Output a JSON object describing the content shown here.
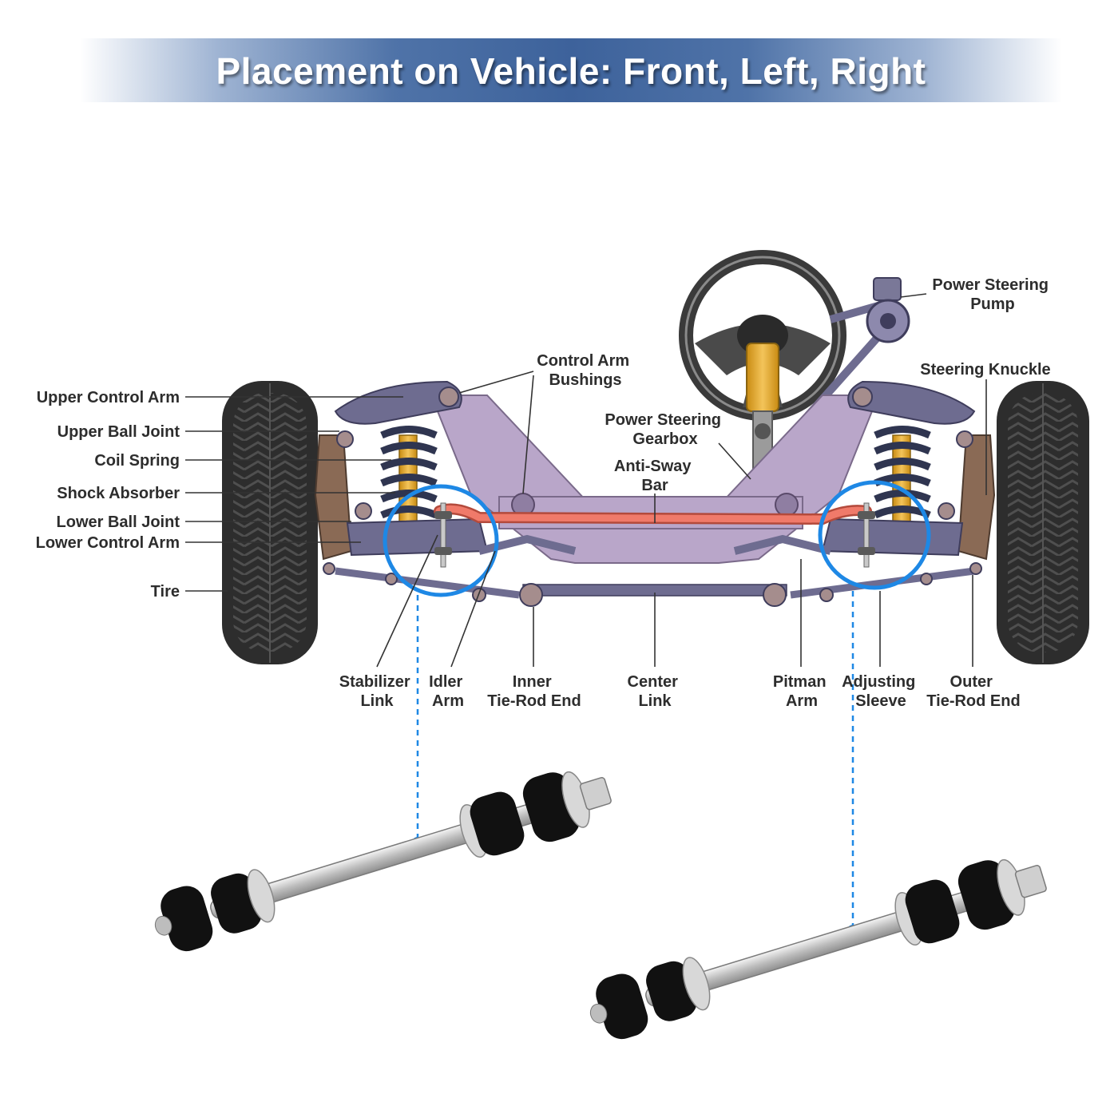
{
  "title": "Placement on Vehicle: Front, Left, Right",
  "colors": {
    "banner": "#3d629b",
    "frame": "#b9a6c9",
    "arms": "#6e6c90",
    "coil": "#2f3550",
    "shock": "#e6a92a",
    "anti_sway_bar": "#f07a6a",
    "tire": "#2d2d2d",
    "knuckle": "#8a6a55",
    "highlight_circle": "#1e88e5",
    "link_bushing": "#111111",
    "link_rod": "#d7d7d7"
  },
  "labels": {
    "upper_control_arm": "Upper Control Arm",
    "upper_ball_joint": "Upper Ball Joint",
    "coil_spring": "Coil Spring",
    "shock_absorber": "Shock Absorber",
    "lower_ball_joint": "Lower Ball Joint",
    "lower_control_arm": "Lower Control Arm",
    "tire": "Tire",
    "control_arm_bushings": [
      "Control Arm",
      "Bushings"
    ],
    "power_steering_gearbox": [
      "Power Steering",
      "Gearbox"
    ],
    "anti_sway_bar": [
      "Anti-Sway",
      "Bar"
    ],
    "power_steering_pump": [
      "Power Steering",
      "Pump"
    ],
    "steering_knuckle": "Steering Knuckle",
    "stabilizer_link": [
      "Stabilizer",
      "Link"
    ],
    "idler_arm": [
      "Idler",
      "Arm"
    ],
    "inner_tie_rod_end": [
      "Inner",
      "Tie-Rod End"
    ],
    "center_link": [
      "Center",
      "Link"
    ],
    "pitman_arm": [
      "Pitman",
      "Arm"
    ],
    "adjusting_sleeve": [
      "Adjusting",
      "Sleeve"
    ],
    "outer_tie_rod_end": [
      "Outer",
      "Tie-Rod End"
    ]
  }
}
